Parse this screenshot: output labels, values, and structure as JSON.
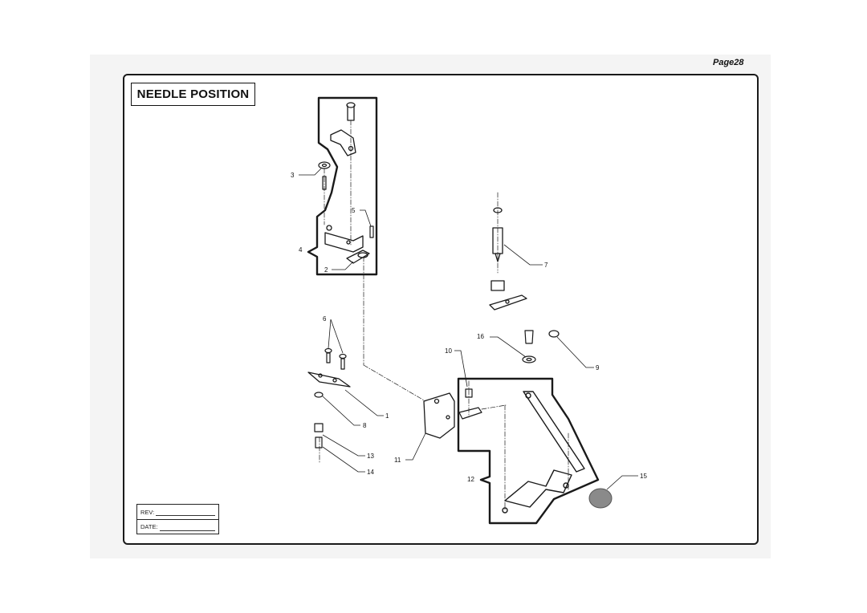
{
  "page": {
    "number_label": "Page28"
  },
  "title": "NEEDLE POSITION",
  "rev_block": {
    "rev_label": "REV:",
    "date_label": "DATE:"
  },
  "callouts": [
    "1",
    "2",
    "3",
    "4",
    "5",
    "6",
    "7",
    "8",
    "9",
    "10",
    "11",
    "12",
    "13",
    "14",
    "15",
    "16"
  ],
  "colors": {
    "line": "#1a1a1a",
    "knob": "#8a8a8a",
    "paper": "#ffffff"
  }
}
